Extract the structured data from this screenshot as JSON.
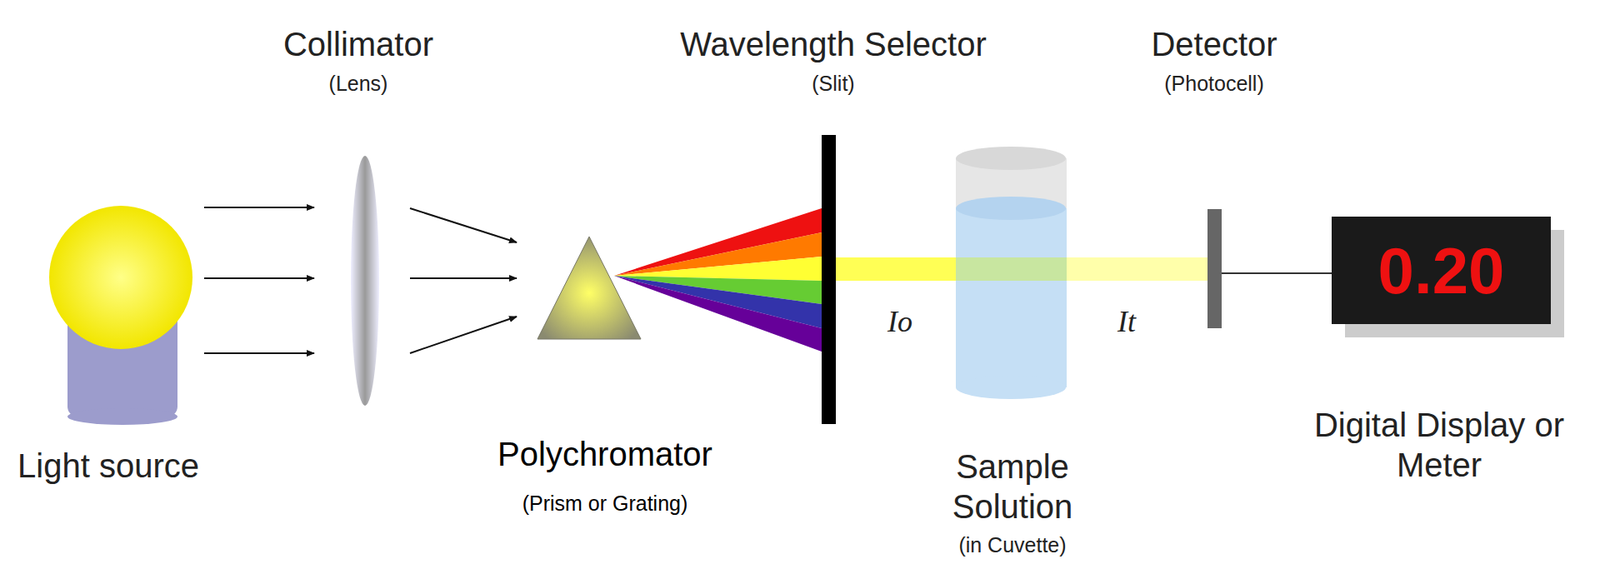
{
  "diagram": {
    "nodes": [
      {
        "text": [
          "0.20"
        ]
      }
    ],
    "labels": [
      "Collimator",
      "(Lens)",
      "Wavelength Selector",
      "(Slit)",
      "Detector",
      "(Photocell)",
      "Io",
      "It",
      "Light source",
      "Polychromator",
      "(Prism or Grating)",
      "Sample Solution",
      "(in Cuvette)",
      "Digital Display or Meter"
    ]
  }
}
